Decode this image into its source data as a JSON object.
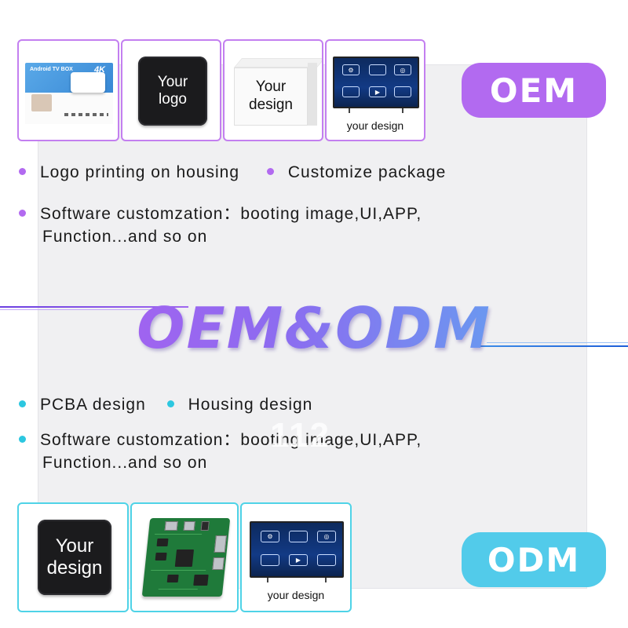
{
  "oem": {
    "badge": "OEM",
    "cards": {
      "package_title": "Android TV BOX",
      "package_badge": "4K",
      "logo_box": "Your\nlogo",
      "design_box": "Your\ndesign",
      "tv_caption": "your design"
    },
    "bullets_line1": [
      "Logo printing on housing",
      "Customize package"
    ],
    "bullets_line2": "Software customzation：booting image,UI,APP,",
    "bullets_line2_cont": "Function...and so on"
  },
  "hero_title": "OEM&ODM",
  "watermark": "112",
  "odm": {
    "badge": "ODM",
    "cards": {
      "design_box": "Your\ndesign",
      "tv_caption": "your design"
    },
    "bullets_line1": [
      "PCBA design",
      "Housing design"
    ],
    "bullets_line2": "Software customzation：booting image,UI,APP,",
    "bullets_line2_cont": "Function...and so on"
  },
  "colors": {
    "purple": "#b26af0",
    "cyan": "#52cbea"
  },
  "icons": [
    "settings-icon",
    "play-icon",
    "compass-icon"
  ]
}
